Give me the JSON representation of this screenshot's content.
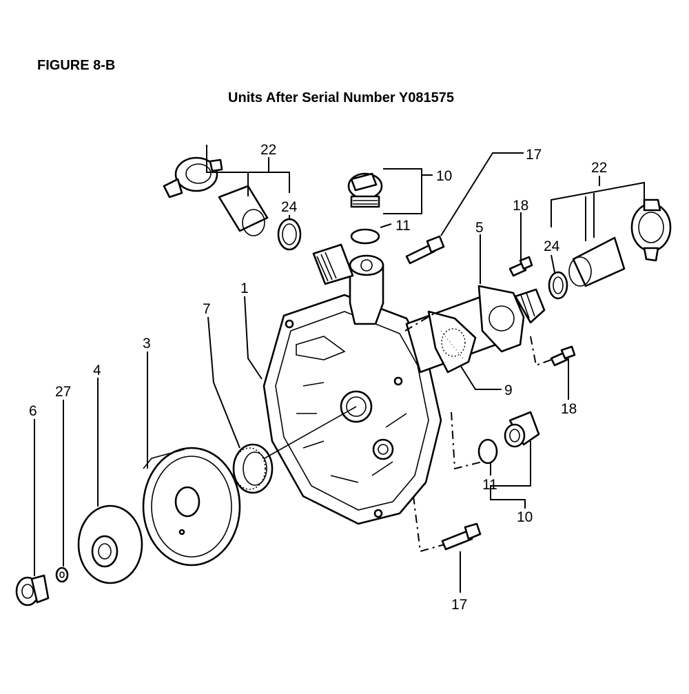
{
  "header": {
    "figure_title": "FIGURE 8-B",
    "subtitle": "Units After Serial Number Y081575"
  },
  "callouts": {
    "p1": "1",
    "p3": "3",
    "p4": "4",
    "p5": "5",
    "p6": "6",
    "p7": "7",
    "p9": "9",
    "p10_top": "10",
    "p10_bottom": "10",
    "p11_top": "11",
    "p11_bottom": "11",
    "p17_top": "17",
    "p17_bottom": "17",
    "p18_top": "18",
    "p18_bottom": "18",
    "p22_left": "22",
    "p22_right": "22",
    "p24_left": "24",
    "p24_right": "24",
    "p27": "27"
  }
}
